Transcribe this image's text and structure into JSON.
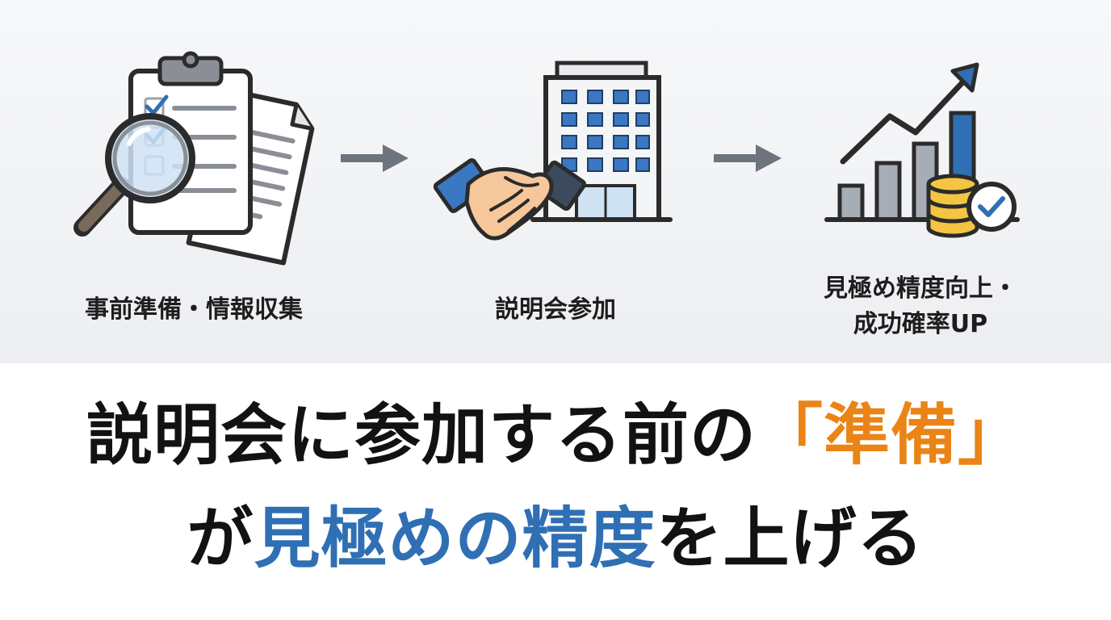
{
  "steps": [
    {
      "label": "事前準備・情報収集",
      "icon": "clipboard-magnifier-icon"
    },
    {
      "label": "説明会参加",
      "icon": "handshake-building-icon"
    },
    {
      "label_line1": "見極め精度向上・",
      "label_line2": "成功確率UP",
      "icon": "growth-chart-coins-icon"
    }
  ],
  "arrows": [
    "arrow-right-icon",
    "arrow-right-icon"
  ],
  "headline": {
    "line1_part1": "説明会に参加する前の",
    "line1_highlight": "「準備」",
    "line2_part1": "が",
    "line2_highlight": "見極めの精度",
    "line2_part2": "を上げる"
  },
  "colors": {
    "orange": "#ea8416",
    "blue": "#2f6fb4",
    "navy": "#2d4a6a",
    "text": "#121212",
    "gold": "#f4c542"
  }
}
